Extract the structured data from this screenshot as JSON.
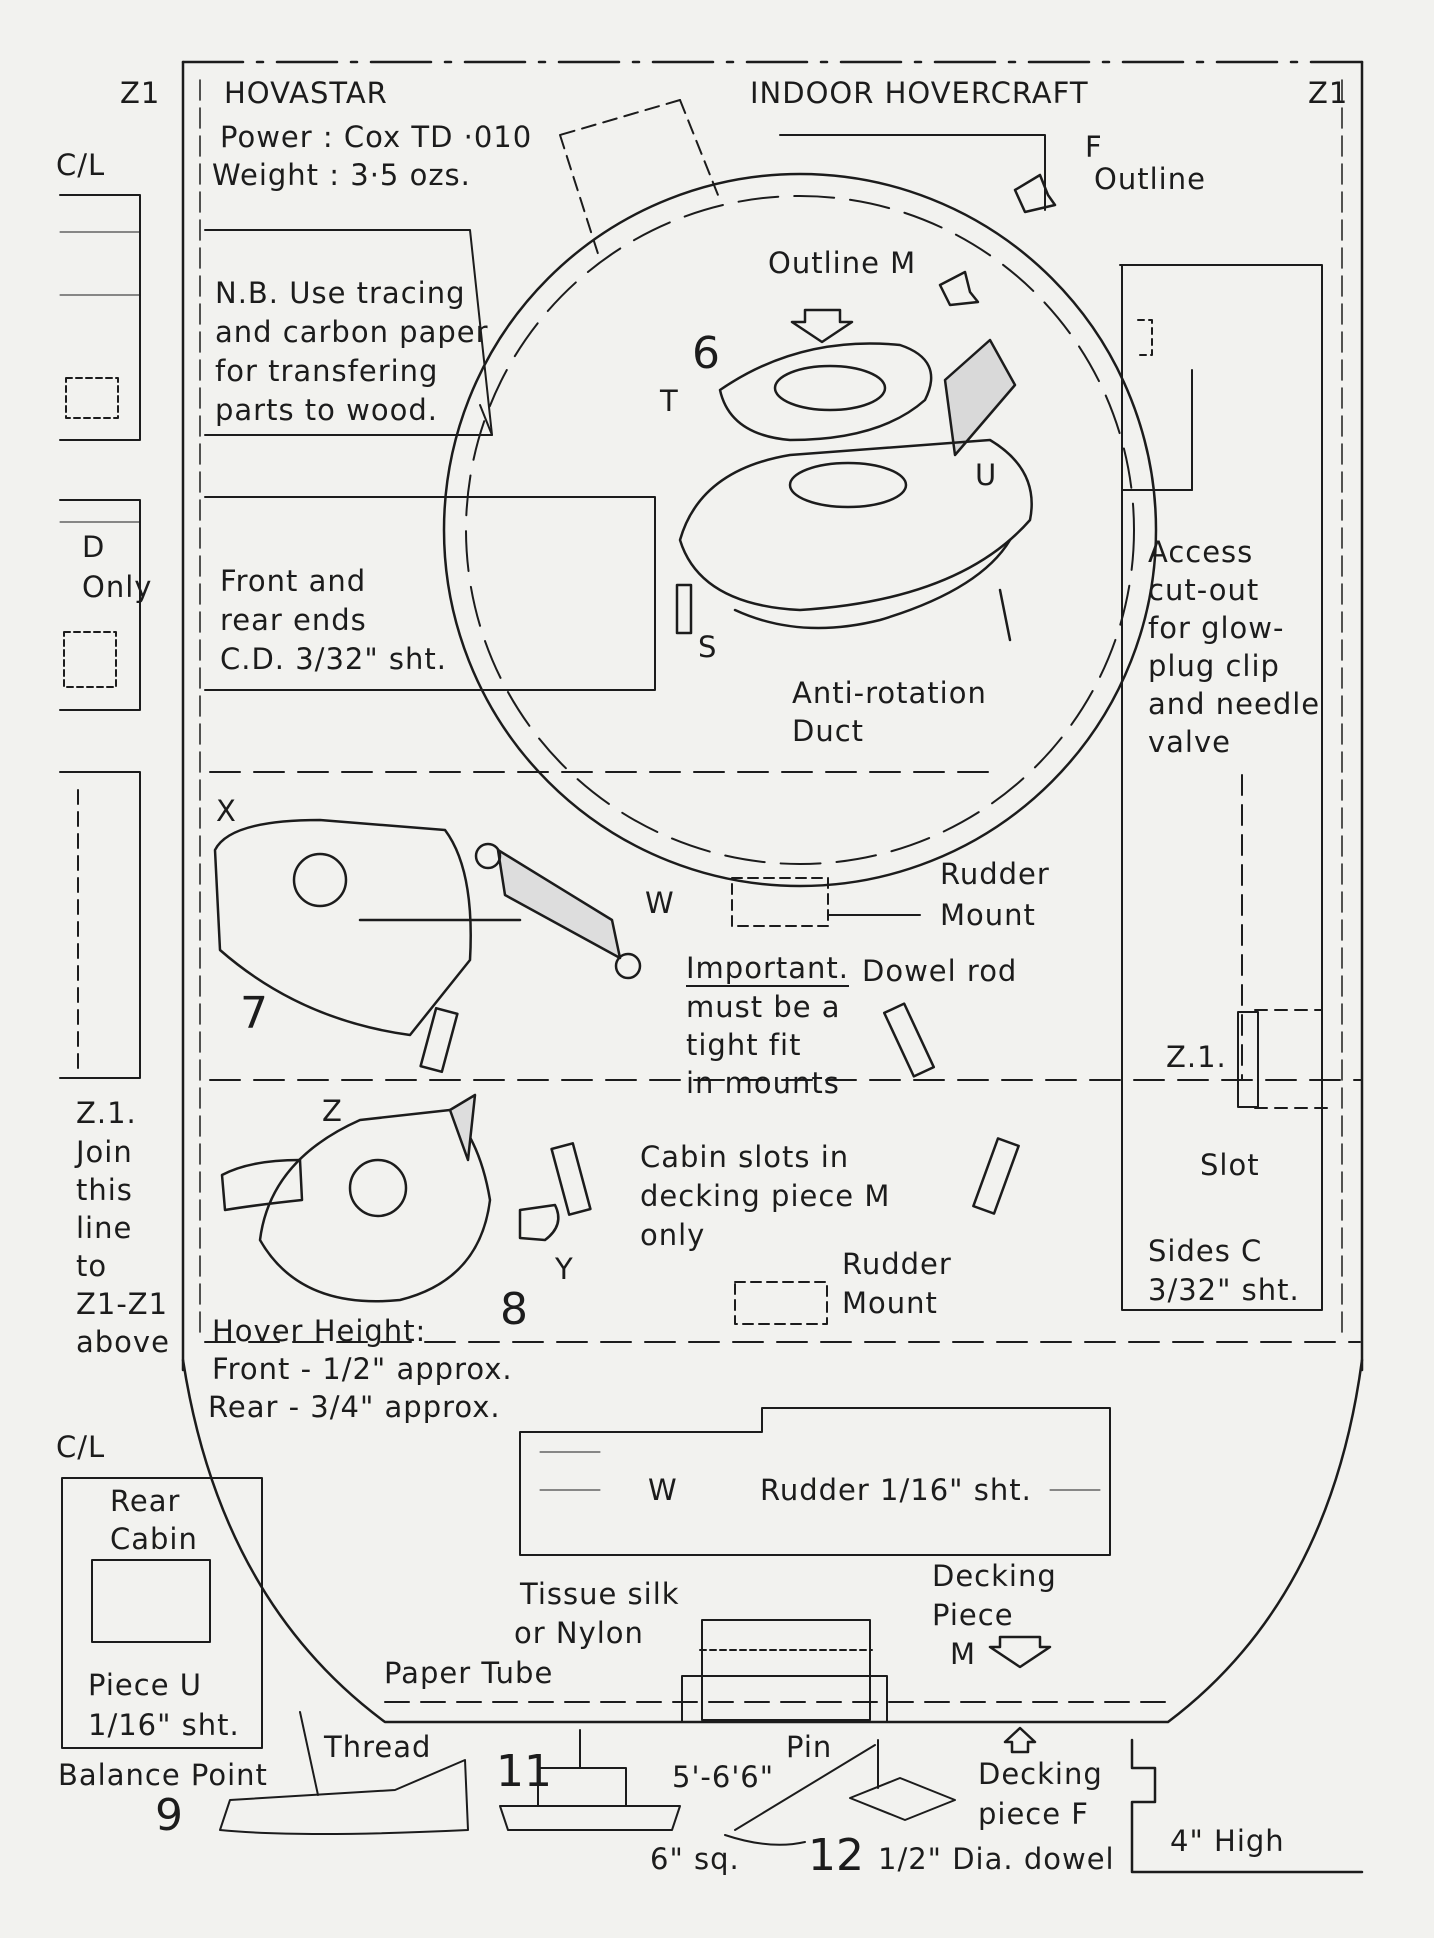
{
  "title_block": {
    "model": "HOVASTAR",
    "heading": "INDOOR HOVERCRAFT",
    "power": "Power : Cox TD ·010",
    "weight": "Weight : 3·5 ozs.",
    "marker_left": "Z1",
    "marker_right": "Z1",
    "centerline_top": "C/L"
  },
  "note": {
    "line1": "N.B. Use tracing",
    "line2": "and carbon paper",
    "line3": "for transfering",
    "line4": "parts to wood."
  },
  "labels": {
    "f": "F",
    "outline": "Outline",
    "outline_m": "Outline M",
    "d": "D",
    "d_only": "Only",
    "front_rear_1": "Front and",
    "front_rear_2": "rear ends",
    "front_rear_3": "C.D. 3/32\" sht.",
    "access_1": "Access",
    "access_2": "cut-out",
    "access_3": "for glow-",
    "access_4": "plug clip",
    "access_5": "and needle",
    "access_6": "valve",
    "t": "T",
    "u": "U",
    "s": "S",
    "anti_1": "Anti-rotation",
    "anti_2": "Duct",
    "x": "X",
    "w_part": "W",
    "rudder_mount_1a": "Rudder",
    "rudder_mount_1b": "Mount",
    "important_1": "Important.",
    "important_2": "must be a",
    "important_3": "tight fit",
    "important_4": "in mounts",
    "dowel_rod": "Dowel rod",
    "z1_right": "Z.1.",
    "slot": "Slot",
    "z": "Z",
    "y": "Y",
    "join_1": "Z.1.",
    "join_2": "Join",
    "join_3": "this",
    "join_4": "line",
    "join_5": "to",
    "join_6": "Z1-Z1",
    "join_7": "above",
    "cabin_1": "Cabin slots in",
    "cabin_2": "decking piece M",
    "cabin_3": "only",
    "rudder_mount_2a": "Rudder",
    "rudder_mount_2b": "Mount",
    "sides_1": "Sides C",
    "sides_2": "3/32\" sht.",
    "hover_1": "Hover Height:",
    "hover_2": "Front  -  1/2\" approx.",
    "hover_3": "Rear  -  3/4\" approx.",
    "centerline_bottom": "C/L",
    "rear_cabin_1": "Rear",
    "rear_cabin_2": "Cabin",
    "piece_u_1": "Piece U",
    "piece_u_2": "1/16\" sht.",
    "rudder_w": "W",
    "rudder_sheet": "Rudder 1/16\" sht.",
    "tissue_1": "Tissue silk",
    "tissue_2": "or Nylon",
    "paper_tube": "Paper Tube",
    "decking_m_1": "Decking",
    "decking_m_2": "Piece",
    "decking_m_3": "M",
    "thread": "Thread",
    "balance_point": "Balance Point",
    "pin": "Pin",
    "length": "5'-6'6\"",
    "sq": "6\" sq.",
    "dowel": "1/2\" Dia. dowel",
    "decking_f_1": "Decking",
    "decking_f_2": "piece F",
    "four_high": "4\" High"
  },
  "figures": {
    "fig6": "6",
    "fig7": "7",
    "fig8": "8",
    "fig9": "9",
    "fig11": "11",
    "fig12": "12"
  }
}
